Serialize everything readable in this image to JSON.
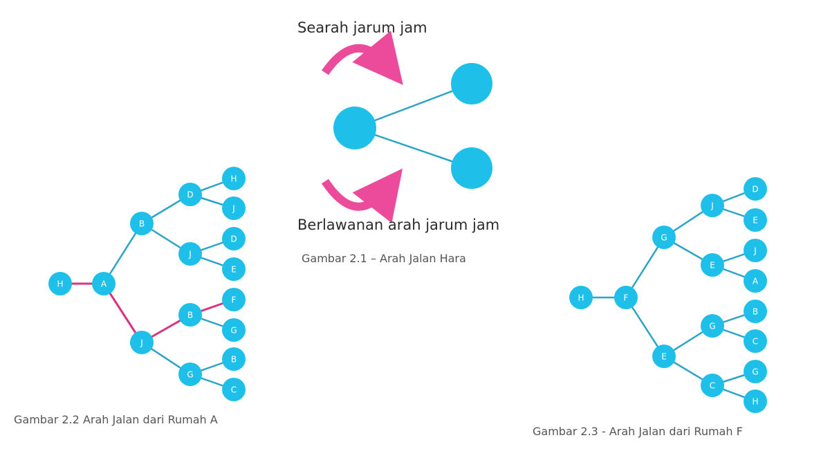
{
  "figure1": {
    "clockwise_label": "Searah jarum jam",
    "counterclockwise_label": "Berlawanan arah jarum jam",
    "caption": "Gambar 2.1 – Arah Jalan Hara"
  },
  "figure2": {
    "caption": "Gambar 2.2 Arah Jalan dari Rumah A",
    "nodes": [
      "H",
      "A",
      "B",
      "J",
      "D",
      "J",
      "B",
      "G",
      "H",
      "J",
      "D",
      "E",
      "F",
      "G",
      "B",
      "C"
    ],
    "highlighted_path": [
      "H",
      "A",
      "J",
      "B",
      "F"
    ]
  },
  "figure3": {
    "caption": "Gambar 2.3 - Arah Jalan dari Rumah F",
    "nodes": [
      "H",
      "F",
      "G",
      "E",
      "J",
      "E",
      "G",
      "C",
      "D",
      "E",
      "J",
      "A",
      "B",
      "C",
      "G",
      "H"
    ]
  },
  "colors": {
    "node": "#1ec0ea",
    "edge": "#2aa3c7",
    "highlight": "#d9327f",
    "arrow": "#ec4a9b"
  }
}
